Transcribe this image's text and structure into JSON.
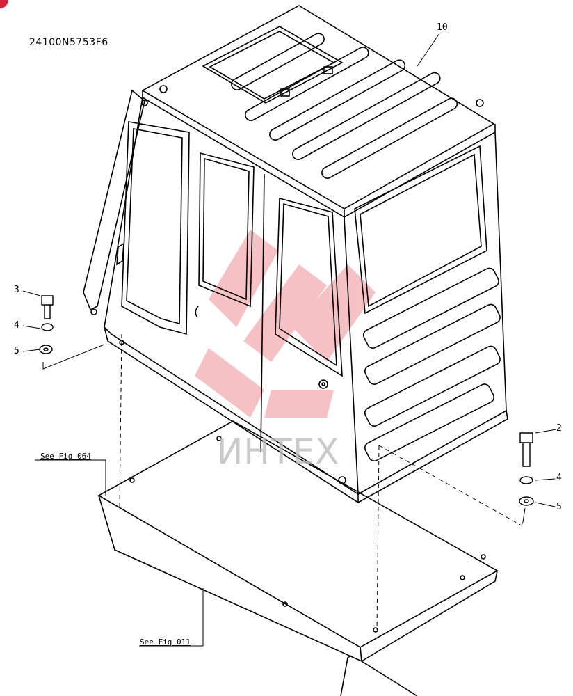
{
  "diagram": {
    "code": "24100N5753F6",
    "callouts": [
      {
        "id": "10",
        "label": "10"
      },
      {
        "id": "3",
        "label": "3"
      },
      {
        "id": "4a",
        "label": "4"
      },
      {
        "id": "5a",
        "label": "5"
      },
      {
        "id": "2",
        "label": "2"
      },
      {
        "id": "4b",
        "label": "4"
      },
      {
        "id": "5b",
        "label": "5"
      }
    ],
    "references": {
      "upper": "See Fig 064",
      "lower": "See Fig 011"
    },
    "watermark": "ИНТЕХ",
    "colors": {
      "line": "#000000",
      "watermark_red": "#e8505b",
      "watermark_gray": "#bdbdbd",
      "badge": "#d8213a"
    }
  }
}
